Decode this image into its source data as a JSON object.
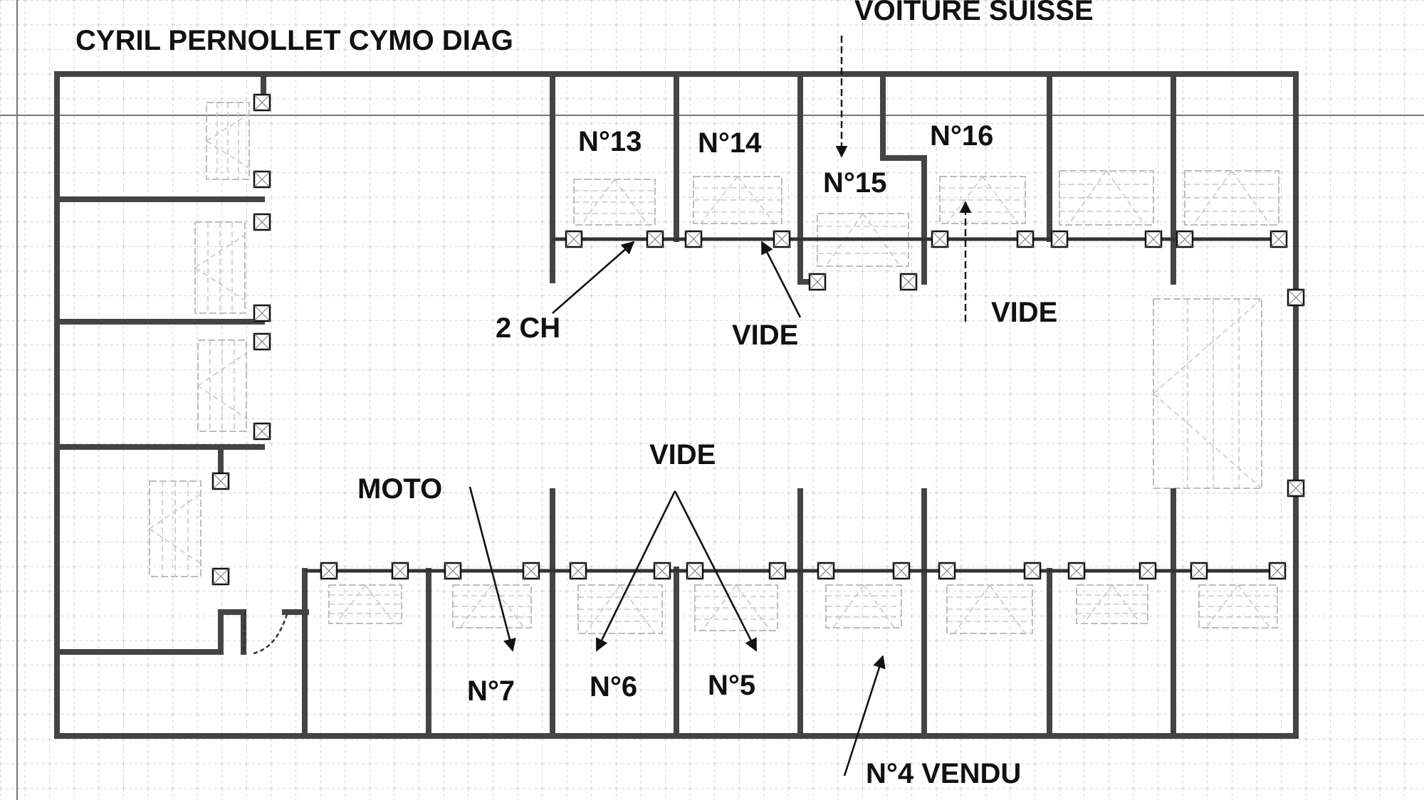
{
  "title": "CYRIL PERNOLLET CYMO DIAG",
  "labels": {
    "voiture_suisse": "VOITURE SUISSE",
    "n13": "N°13",
    "n14": "N°14",
    "n15": "N°15",
    "n16": "N°16",
    "two_ch": "2 CH",
    "vide_top_left": "VIDE",
    "vide_top_right": "VIDE",
    "vide_bottom": "VIDE",
    "moto": "MOTO",
    "n7": "N°7",
    "n6": "N°6",
    "n5": "N°5",
    "n4_vendu": "N°4 VENDU"
  },
  "colors": {
    "wall": "#444444",
    "grid": "#b9b9b9",
    "ghost": "#bdbdbd",
    "text": "#111111"
  }
}
